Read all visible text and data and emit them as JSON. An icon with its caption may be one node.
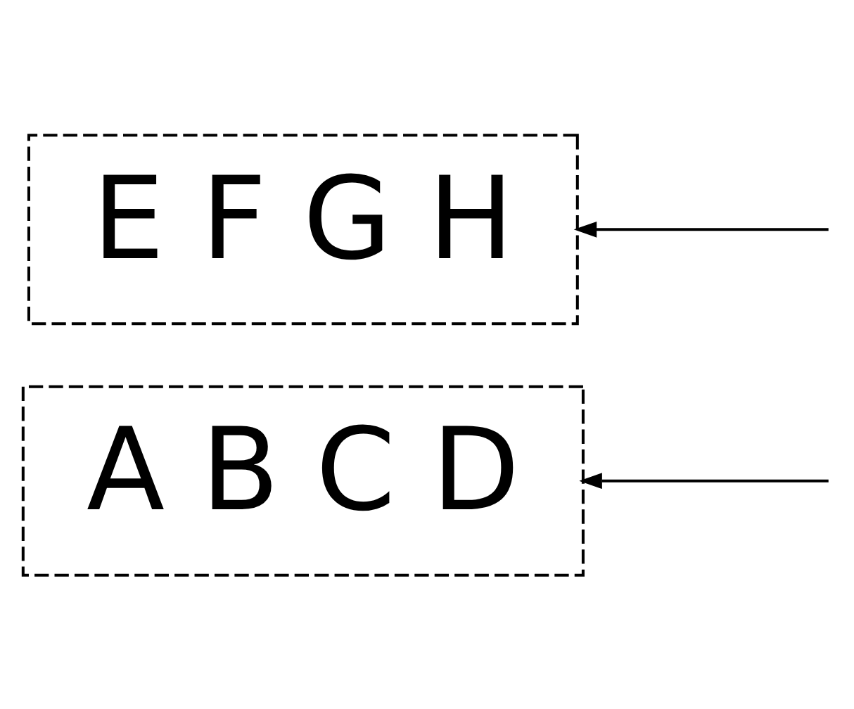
{
  "diagram": {
    "nodes": [
      {
        "text": [
          "A B C D"
        ]
      },
      {
        "text": [
          "E F G H"
        ]
      }
    ],
    "edges": [
      {
        "from": null,
        "to": 0,
        "arrow": "to"
      },
      {
        "from": null,
        "to": 1,
        "arrow": "to"
      }
    ]
  }
}
